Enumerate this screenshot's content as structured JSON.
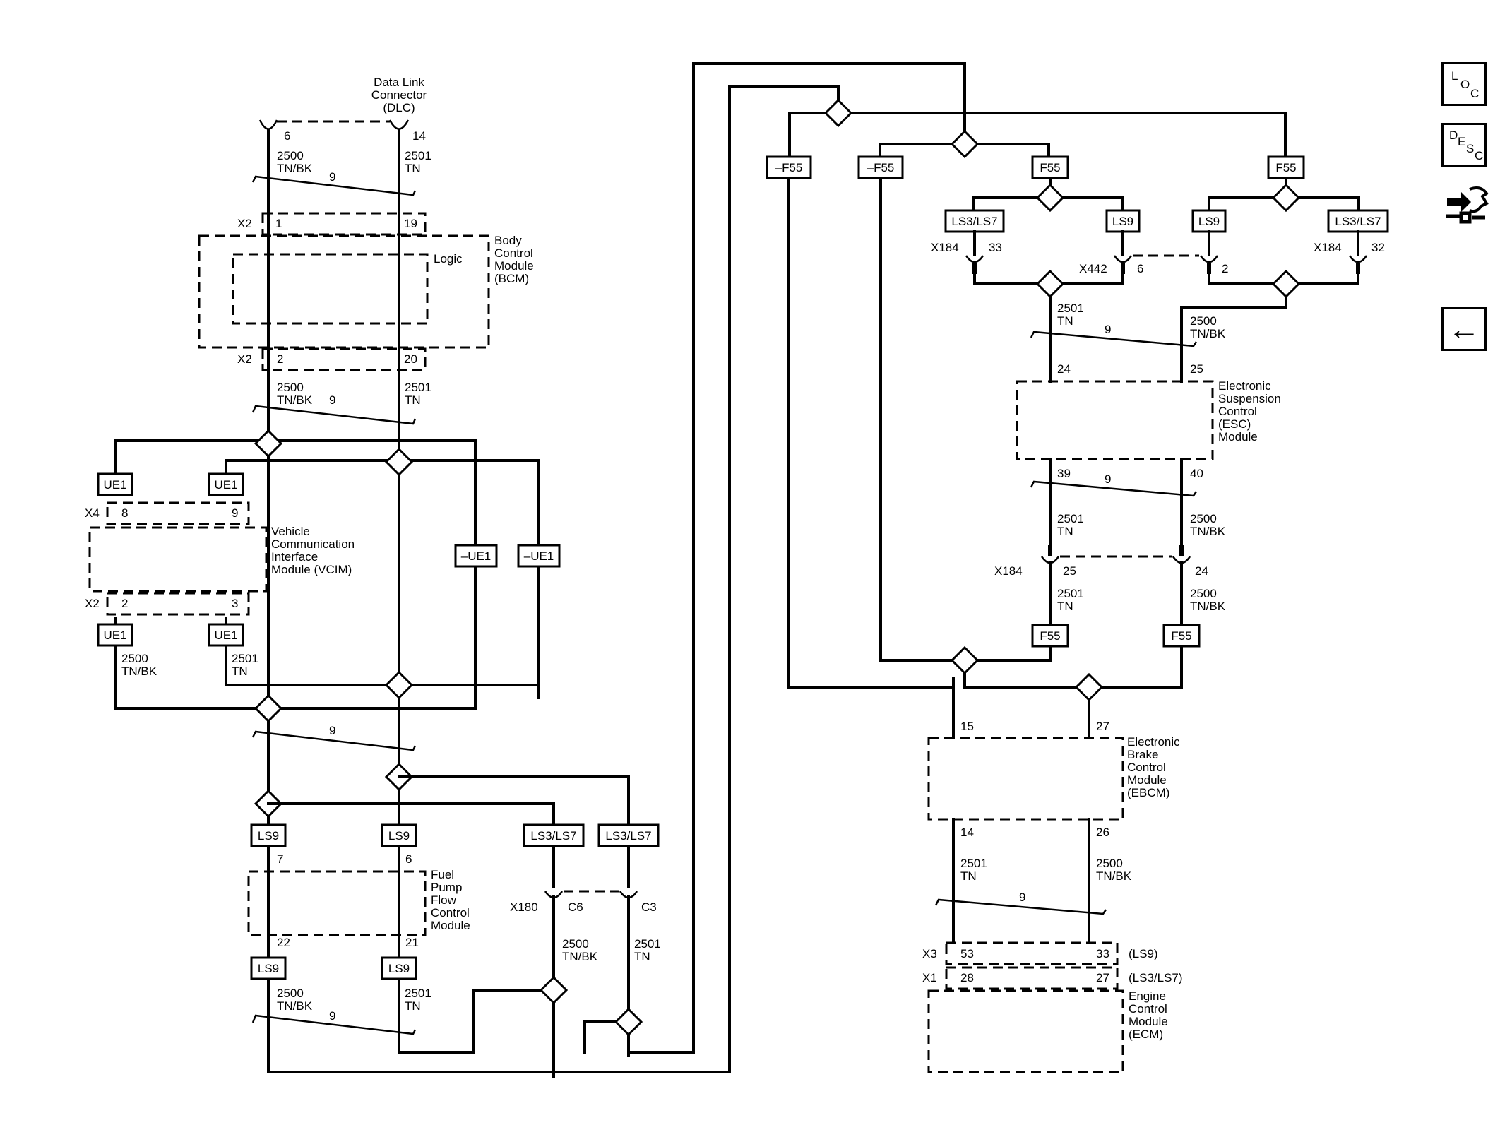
{
  "modules": {
    "dlc": [
      "Data Link",
      "Connector",
      "(DLC)"
    ],
    "bcm": [
      "Body",
      "Control",
      "Module",
      "(BCM)"
    ],
    "bcm_logic": "Logic",
    "vcim": [
      "Vehicle",
      "Communication",
      "Interface",
      "Module (VCIM)"
    ],
    "fpfcm": [
      "Fuel",
      "Pump",
      "Flow",
      "Control",
      "Module"
    ],
    "esc": [
      "Electronic",
      "Suspension",
      "Control",
      "(ESC)",
      "Module"
    ],
    "ebcm": [
      "Electronic",
      "Brake",
      "Control",
      "Module",
      "(EBCM)"
    ],
    "ecm": [
      "Engine",
      "Control",
      "Module",
      "(ECM)"
    ]
  },
  "wires": {
    "w2500": [
      "2500",
      "TN/BK"
    ],
    "w2501": [
      "2501",
      "TN"
    ],
    "twist": "9"
  },
  "connectors": {
    "x2": "X2",
    "x4": "X4",
    "x3": "X3",
    "x1": "X1",
    "x180": "X180",
    "x184": "X184",
    "x442": "X442",
    "ls9_paren": "(LS9)",
    "ls3ls7_paren": "(LS3/LS7)"
  },
  "pins": {
    "dlc_6": "6",
    "dlc_14": "14",
    "bcm_1": "1",
    "bcm_19": "19",
    "bcm_2": "2",
    "bcm_20": "20",
    "vcim_8": "8",
    "vcim_9": "9",
    "vcim_2": "2",
    "vcim_3": "3",
    "fp_7": "7",
    "fp_6": "6",
    "fp_22": "22",
    "fp_21": "21",
    "c6": "C6",
    "c3": "C3",
    "x184_33": "33",
    "x442_6": "6",
    "x442_2": "2",
    "x184_32": "32",
    "esc_24": "24",
    "esc_25": "25",
    "esc_39": "39",
    "esc_40": "40",
    "x184_25": "25",
    "x184_24": "24",
    "ebcm_15": "15",
    "ebcm_27": "27",
    "ebcm_14": "14",
    "ebcm_26": "26",
    "ecm_53": "53",
    "ecm_33": "33",
    "ecm_28": "28",
    "ecm_27": "27"
  },
  "options": {
    "ue1": "UE1",
    "not_ue1": "–UE1",
    "ls9": "LS9",
    "ls3ls7": "LS3/LS7",
    "f55": "F55",
    "not_f55": "–F55"
  },
  "nav": {
    "loc": {
      "a": "L",
      "b": "O",
      "c": "C"
    },
    "desc": {
      "a": "D",
      "b": "E",
      "c": "S",
      "d": "C"
    },
    "back": "←"
  }
}
